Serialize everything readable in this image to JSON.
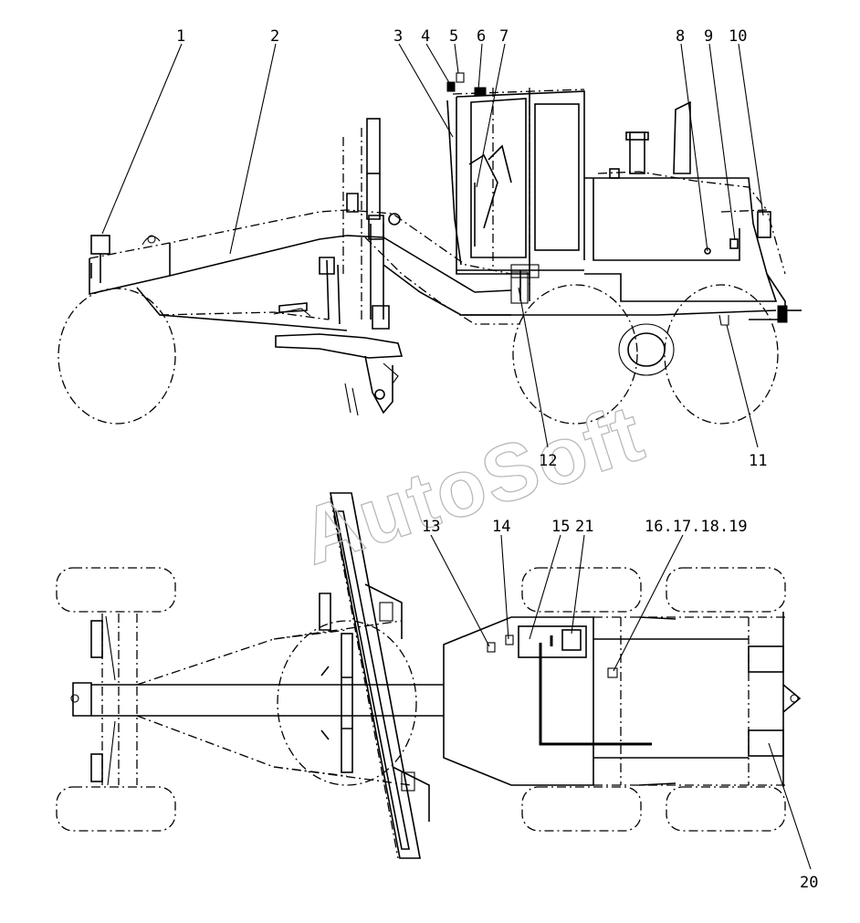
{
  "watermark": "AutoSoft",
  "callouts": [
    {
      "id": "1",
      "label": "1"
    },
    {
      "id": "2",
      "label": "2"
    },
    {
      "id": "3",
      "label": "3"
    },
    {
      "id": "4",
      "label": "4"
    },
    {
      "id": "5",
      "label": "5"
    },
    {
      "id": "6",
      "label": "6"
    },
    {
      "id": "7",
      "label": "7"
    },
    {
      "id": "8",
      "label": "8"
    },
    {
      "id": "9",
      "label": "9"
    },
    {
      "id": "10",
      "label": "10"
    },
    {
      "id": "11",
      "label": "11"
    },
    {
      "id": "12",
      "label": "12"
    },
    {
      "id": "13",
      "label": "13"
    },
    {
      "id": "14",
      "label": "14"
    },
    {
      "id": "15",
      "label": "15"
    },
    {
      "id": "21",
      "label": "21"
    },
    {
      "id": "16-19",
      "label": "16.17.18.19"
    },
    {
      "id": "20",
      "label": "20"
    }
  ]
}
